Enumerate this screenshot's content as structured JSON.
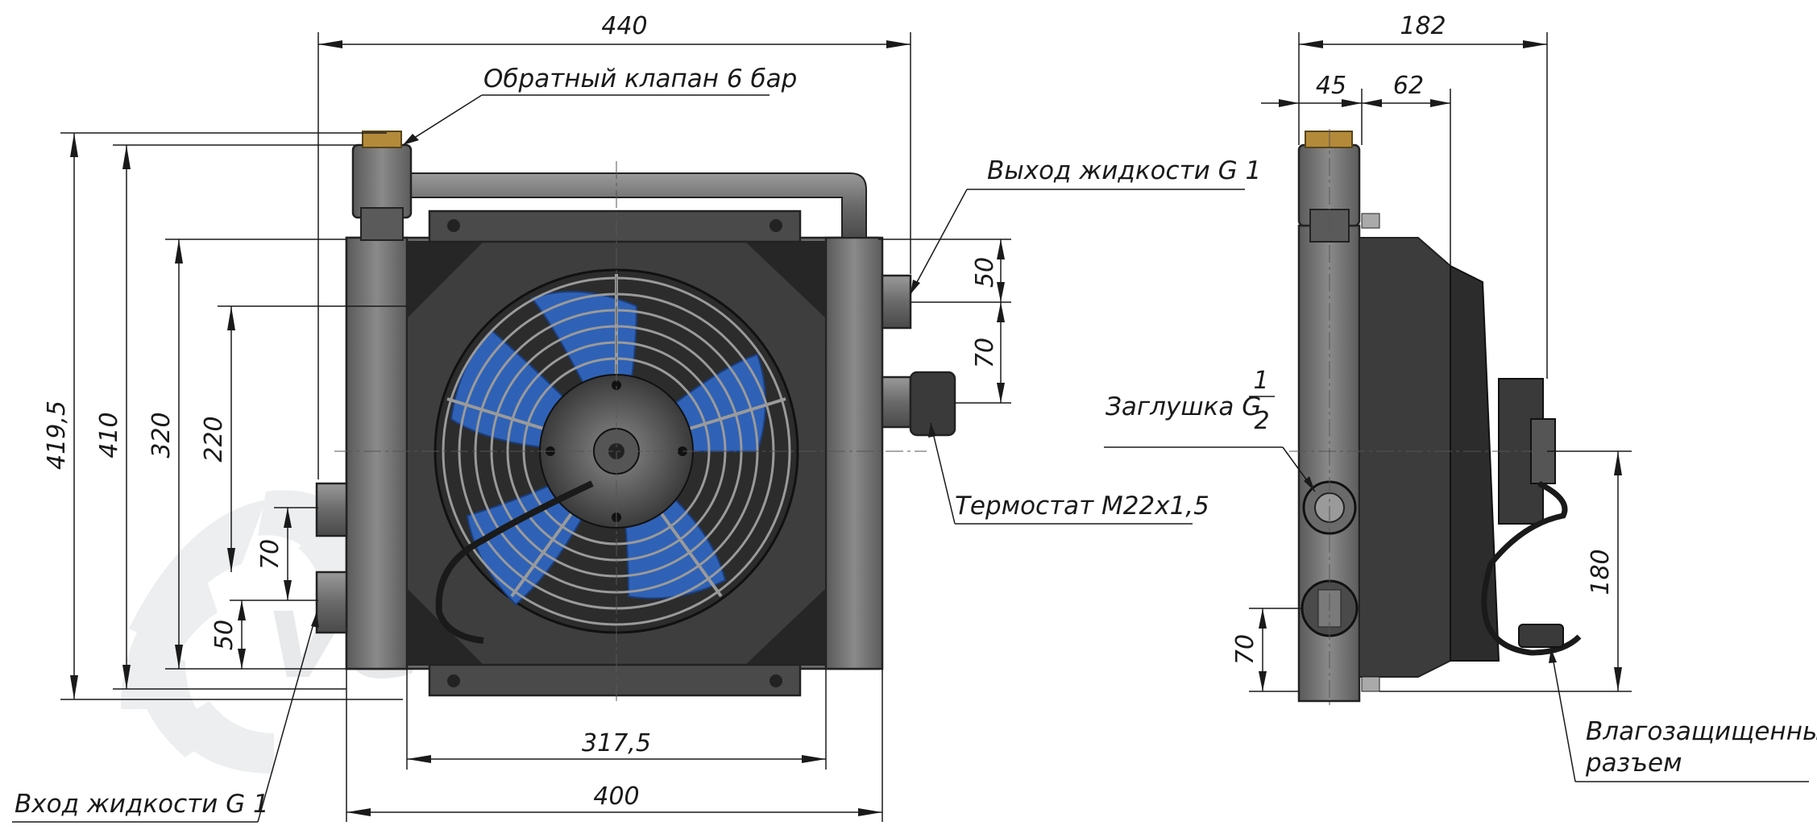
{
  "dimensions": {
    "front": {
      "width_total": "440",
      "height_total": "419,5",
      "height_410": "410",
      "height_320": "320",
      "height_220": "220",
      "inlet_70": "70",
      "inlet_50": "50",
      "outlet_50": "50",
      "outlet_70": "70",
      "width_fan": "317,5",
      "width_core": "400"
    },
    "side": {
      "depth_total": "182",
      "depth_45": "45",
      "depth_62": "62",
      "height_180": "180",
      "height_70": "70"
    }
  },
  "callouts": {
    "check_valve": "Обратный клапан 6 бар",
    "fluid_outlet": "Выход жидкости G 1",
    "thermostat": "Термостат M22x1,5",
    "fluid_inlet": "Вход жидкости G 1",
    "plug_prefix": "Заглушка G",
    "plug_num": "1",
    "plug_den": "2",
    "connector_line1": "Влагозащищенный",
    "connector_line2": "разъем"
  },
  "colors": {
    "metal": "#6f6f6f",
    "metal_dark": "#3b3b3b",
    "fan_blade": "#2f62b6",
    "brass": "#b38a3a"
  }
}
